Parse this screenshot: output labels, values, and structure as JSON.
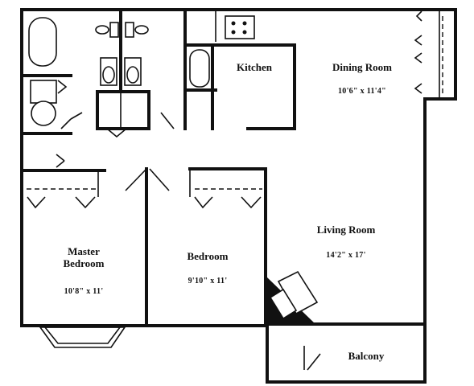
{
  "rooms": {
    "kitchen": {
      "name": "Kitchen"
    },
    "dining_room": {
      "name": "Dining Room",
      "dimensions": "10'6\" x 11'4\""
    },
    "living_room": {
      "name": "Living Room",
      "dimensions": "14'2\" x 17'"
    },
    "master_bedroom": {
      "name": "Master\nBedroom",
      "dimensions": "10'8\" x 11'"
    },
    "bedroom": {
      "name": "Bedroom",
      "dimensions": "9'10\" x 11'"
    },
    "balcony": {
      "name": "Balcony"
    }
  }
}
